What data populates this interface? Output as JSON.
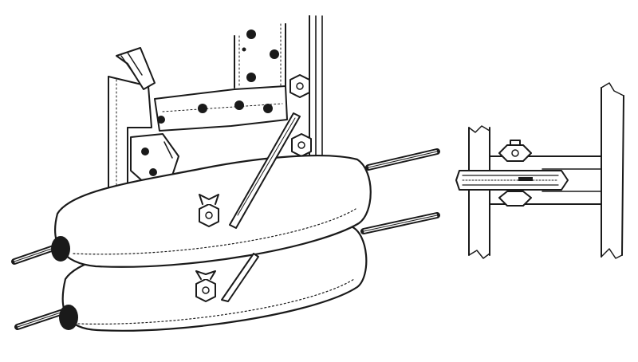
{
  "figure": {
    "ink_color": "#1a1a1a",
    "paper_color": "#ffffff"
  },
  "parts": {
    "bracket": "mounting-bracket-with-bolts",
    "pads": "two-padded-cable-guides",
    "cables": "two-steel-cables",
    "detail": "side-section-of-cable-clamp"
  }
}
